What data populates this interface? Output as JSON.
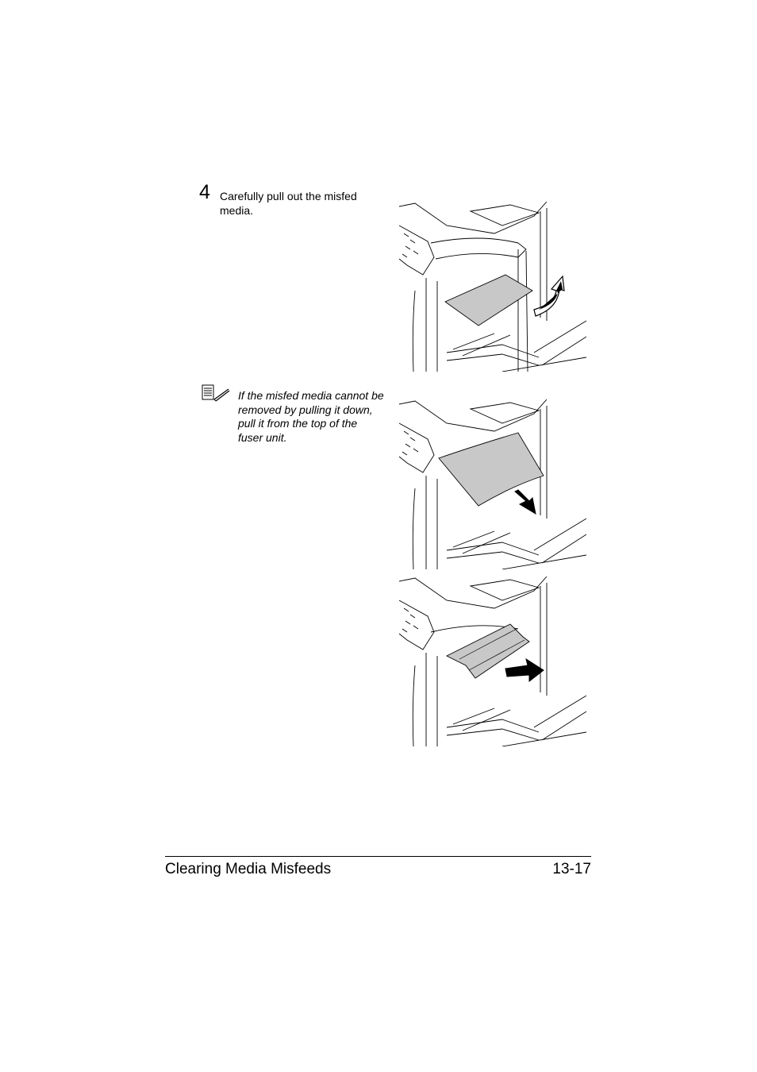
{
  "step": {
    "number": "4",
    "text": "Carefully pull out the misfed media."
  },
  "note": {
    "icon": "note-pencil-icon",
    "text": "If the misfed media cannot be removed by pulling it down, pull it from the top of the fuser unit."
  },
  "illustrations": [
    {
      "name": "pull-media-down-illustration",
      "arrow": "up-curved"
    },
    {
      "name": "pull-media-top-illustration",
      "arrow": "down"
    },
    {
      "name": "pull-media-right-illustration",
      "arrow": "right"
    }
  ],
  "footer": {
    "title": "Clearing Media Misfeeds",
    "page": "13-17"
  }
}
